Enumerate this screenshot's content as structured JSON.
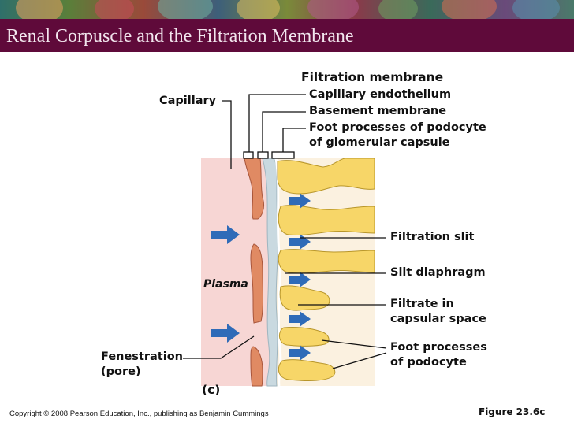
{
  "title": "Renal Corpuscle and the Filtration Membrane",
  "labels": {
    "filtration_membrane": "Filtration membrane",
    "capillary_endothelium": "Capillary endothelium",
    "basement_membrane": "Basement membrane",
    "foot_processes_line1": "Foot processes of podocyte",
    "foot_processes_line2": "of glomerular capsule",
    "capillary": "Capillary",
    "plasma": "Plasma",
    "filtration_slit": "Filtration slit",
    "slit_diaphragm": "Slit diaphragm",
    "filtrate_line1": "Filtrate in",
    "filtrate_line2": "capsular space",
    "foot_podocyte_line1": "Foot processes",
    "foot_podocyte_line2": "of podocyte",
    "fenestration_line1": "Fenestration",
    "fenestration_line2": "(pore)",
    "panel": "(c)"
  },
  "footer": {
    "copyright": "Copyright © 2008 Pearson Education, Inc., publishing as Benjamin Cummings",
    "figure": "Figure 23.6c"
  },
  "colors": {
    "title_bar": "#5f0a3a",
    "plasma_bg": "#f7d6d4",
    "capsular_bg": "#fbf1e0",
    "endothelium": "#e08a63",
    "basement_membrane": "#c9d9e0",
    "podocyte": "#f7d668",
    "arrow": "#2f6bb8"
  }
}
